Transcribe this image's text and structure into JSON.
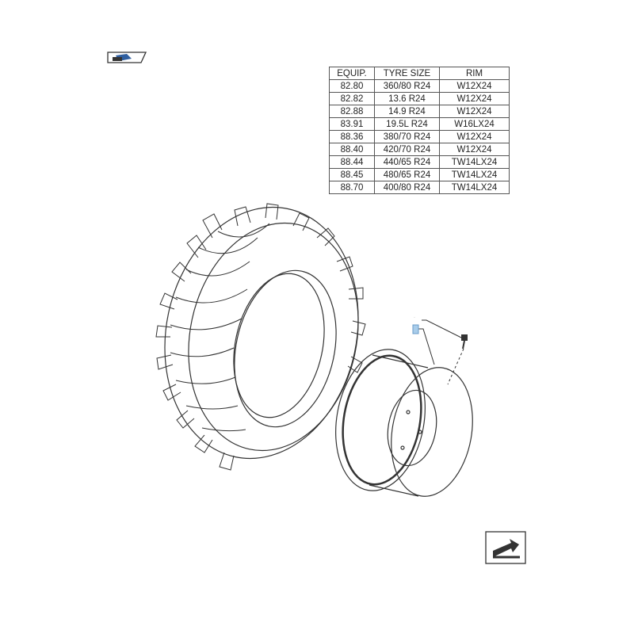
{
  "table": {
    "headers": [
      "EQUIP.",
      "TYRE SIZE",
      "RIM"
    ],
    "rows": [
      [
        "82.80",
        "360/80 R24",
        "W12X24"
      ],
      [
        "82.82",
        "13.6 R24",
        "W12X24"
      ],
      [
        "82.88",
        "14.9 R24",
        "W12X24"
      ],
      [
        "83.91",
        "19.5L R24",
        "W16LX24"
      ],
      [
        "88.36",
        "380/70 R24",
        "W12X24"
      ],
      [
        "88.40",
        "420/70 R24",
        "W12X24"
      ],
      [
        "88.44",
        "440/65 R24",
        "TW14LX24"
      ],
      [
        "88.45",
        "480/65 R24",
        "TW14LX24"
      ],
      [
        "88.70",
        "400/80 R24",
        "TW14LX24"
      ]
    ]
  },
  "icons": {
    "top_left": "book-flag-icon",
    "bottom_right": "arrow-next-page-icon"
  },
  "colors": {
    "line": "#333333",
    "highlight": "#a9cdea"
  }
}
